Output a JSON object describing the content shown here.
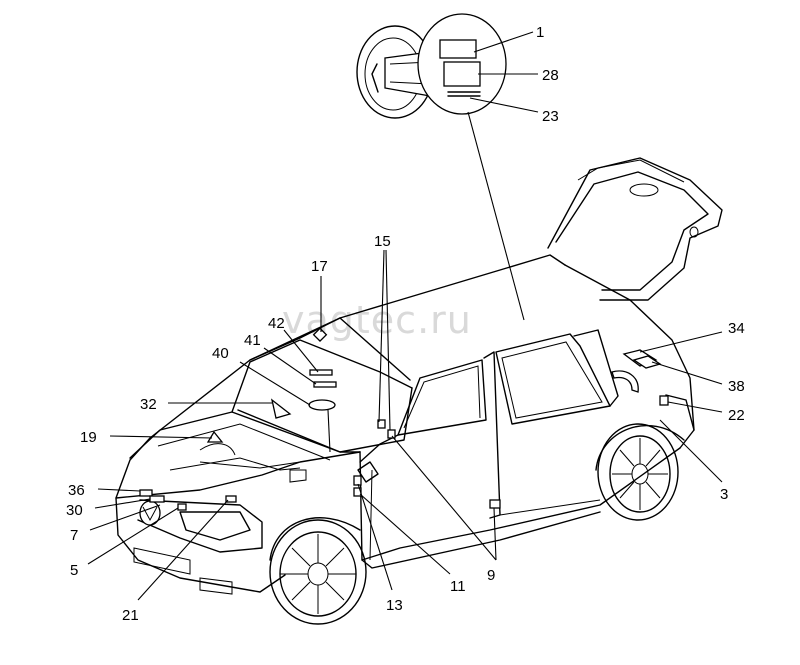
{
  "watermark": "vagtec.ru",
  "callouts": {
    "c1": "1",
    "c28": "28",
    "c23": "23",
    "c15": "15",
    "c17": "17",
    "c42": "42",
    "c41": "41",
    "c40": "40",
    "c32": "32",
    "c19": "19",
    "c36": "36",
    "c30": "30",
    "c7": "7",
    "c5": "5",
    "c21": "21",
    "c13": "13",
    "c11": "11",
    "c9": "9",
    "c3": "3",
    "c22": "22",
    "c38": "38",
    "c34": "34"
  }
}
